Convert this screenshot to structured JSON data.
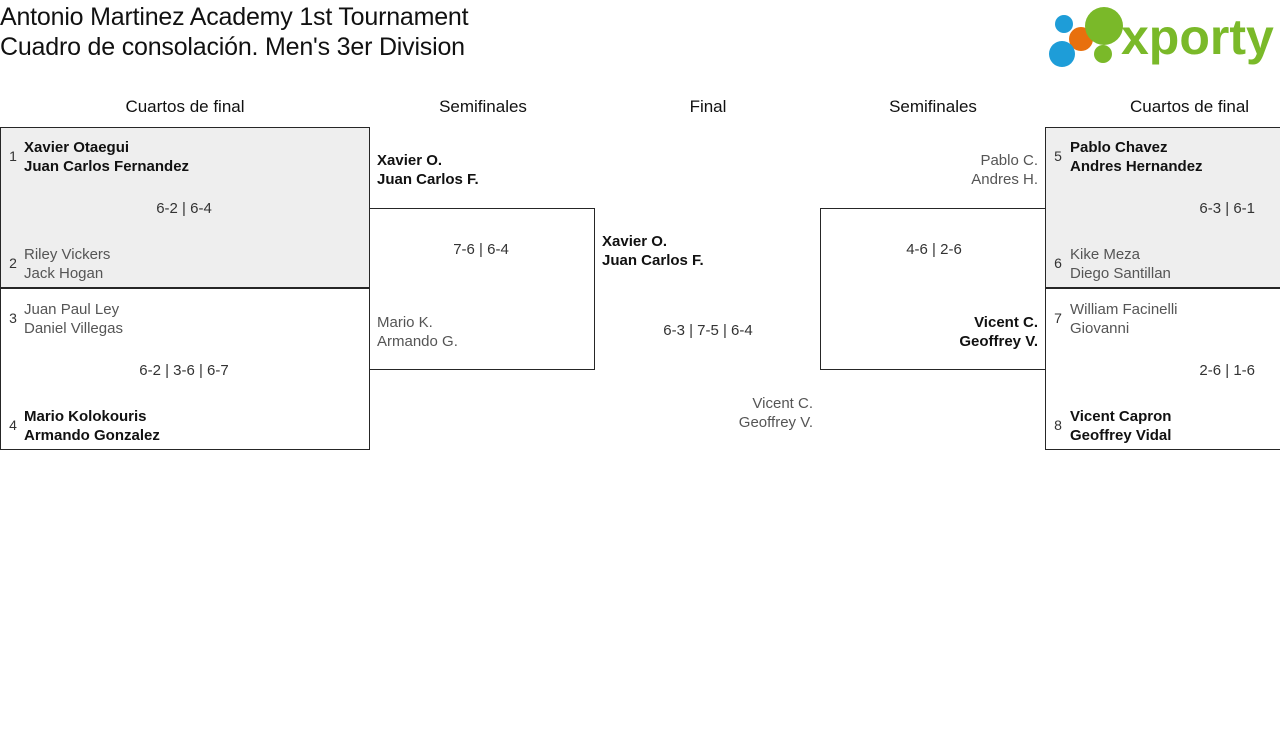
{
  "header": {
    "title_line1": "Antonio Martinez Academy 1st Tournament",
    "title_line2": "Cuadro de consolación. Men's 3er Division",
    "logo_text": "xporty",
    "logo_colors": {
      "green": "#7ab929",
      "blue": "#1e9dd8",
      "orange": "#e8700d"
    }
  },
  "rounds": [
    {
      "label": "Cuartos de final"
    },
    {
      "label": "Semifinales"
    },
    {
      "label": "Final"
    },
    {
      "label": "Semifinales"
    },
    {
      "label": "Cuartos de final"
    }
  ],
  "bracket": {
    "left_quarterfinals": [
      {
        "seed_top": "1",
        "top_player1": "Xavier Otaegui",
        "top_player2": "Juan Carlos Fernandez",
        "top_result": "win",
        "score": "6-2 | 6-4",
        "seed_bottom": "2",
        "bottom_player1": "Riley Vickers",
        "bottom_player2": "Jack Hogan",
        "bottom_result": "lose",
        "shaded": true
      },
      {
        "seed_top": "3",
        "top_player1": "Juan Paul Ley",
        "top_player2": "Daniel Villegas",
        "top_result": "lose",
        "score": "6-2 | 3-6 | 6-7",
        "seed_bottom": "4",
        "bottom_player1": "Mario Kolokouris",
        "bottom_player2": "Armando Gonzalez",
        "bottom_result": "win",
        "shaded": false
      }
    ],
    "left_semifinal": {
      "top_player1": "Xavier O.",
      "top_player2": "Juan Carlos F.",
      "top_result": "win",
      "score": "7-6 | 6-4",
      "bottom_player1": "Mario K.",
      "bottom_player2": "Armando G.",
      "bottom_result": "lose"
    },
    "final": {
      "top_player1": "Xavier O.",
      "top_player2": "Juan Carlos F.",
      "top_result": "win",
      "score": "6-3 | 7-5 | 6-4",
      "bottom_player1": "Vicent C.",
      "bottom_player2": "Geoffrey V.",
      "bottom_result": "lose"
    },
    "right_semifinal": {
      "top_player1": "Pablo C.",
      "top_player2": "Andres H.",
      "top_result": "lose",
      "score": "4-6 | 2-6",
      "bottom_player1": "Vicent C.",
      "bottom_player2": "Geoffrey V.",
      "bottom_result": "win"
    },
    "right_quarterfinals": [
      {
        "seed_top": "5",
        "top_player1": "Pablo Chavez",
        "top_player2": "Andres Hernandez",
        "top_result": "win",
        "score": "6-3 | 6-1",
        "seed_bottom": "6",
        "bottom_player1": "Kike Meza",
        "bottom_player2": "Diego Santillan",
        "bottom_result": "lose",
        "shaded": true
      },
      {
        "seed_top": "7",
        "top_player1": "William Facinelli",
        "top_player2": "Giovanni",
        "top_result": "lose",
        "score": "2-6 | 1-6",
        "seed_bottom": "8",
        "bottom_player1": "Vicent Capron",
        "bottom_player2": "Geoffrey Vidal",
        "bottom_result": "win",
        "shaded": false
      }
    ]
  }
}
